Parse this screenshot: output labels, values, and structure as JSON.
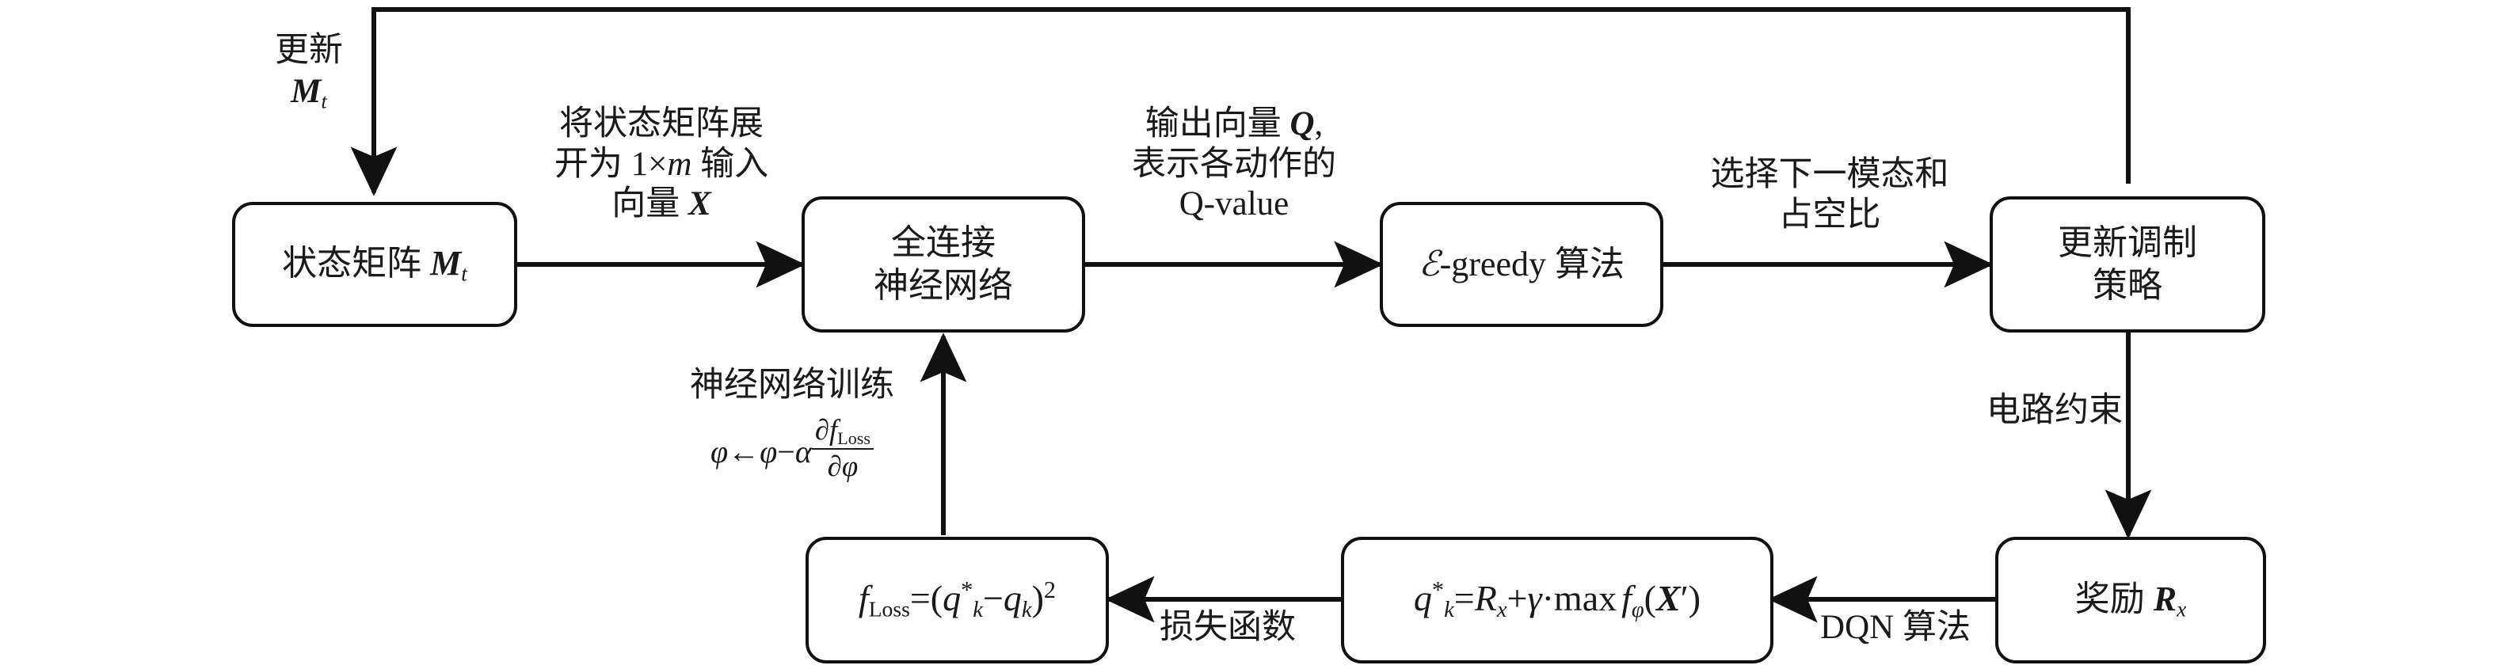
{
  "diagram": {
    "title": "DQN-based modulation strategy update flow",
    "type": "flowchart",
    "stroke_color": "#111111",
    "background_color": "#ffffff"
  },
  "nodes": {
    "state_matrix": {
      "label_cn": "状态矩阵",
      "symbol": "M",
      "symbol_sub": "t"
    },
    "neural_network": {
      "line1": "全连接",
      "line2": "神经网络"
    },
    "egreedy": {
      "symbol": "ℰ",
      "label": "-greedy 算法"
    },
    "update_policy": {
      "line1": "更新调制",
      "line2": "策略"
    },
    "reward": {
      "label_cn": "奖励",
      "symbol": "R",
      "symbol_sub": "x"
    },
    "target_q": {
      "lhs": "q",
      "lhs_sup": "*",
      "lhs_sub": "k",
      "eq": "=",
      "rhs_r": "R",
      "rhs_r_sub": "x",
      "plus": "+",
      "gamma": "γ",
      "dot_max": "·max",
      "f": "f",
      "f_sub": "φ",
      "arg_open": "(",
      "arg": "X",
      "arg_prime": "′",
      "arg_close": ")",
      "full_text": "q*k=Rx+γ·max fφ(X′)"
    },
    "loss": {
      "f": "f",
      "f_sub": "Loss",
      "eq": "=(",
      "q_star": "q",
      "q_star_sup": "*",
      "q_star_sub": "k",
      "minus": "−",
      "q": "q",
      "q_sub": "k",
      "close": ")",
      "power": "2",
      "full_text": "fLoss=(q*k−qk)²"
    }
  },
  "edge_labels": {
    "update_feedback": {
      "line1": "更新",
      "symbol": "M",
      "symbol_sub": "t"
    },
    "flatten": {
      "line1": "将状态矩阵展",
      "line2_pre": "开为 1×",
      "line2_ital": "m",
      "line2_post": " 输入",
      "line3_pre": "向量 ",
      "line3_sym": "X"
    },
    "q_output": {
      "line1_pre": "输出向量 ",
      "line1_sym": "Q",
      "line1_post": ",",
      "line2": "表示各动作的",
      "line3": "Q-value"
    },
    "select_action": {
      "line1": "选择下一模态和",
      "line2": "占空比"
    },
    "circuit_constraint": {
      "text": "电路约束"
    },
    "dqn_algorithm": {
      "text": "DQN 算法"
    },
    "loss_function": {
      "text": "损失函数"
    },
    "nn_training": {
      "line1": "神经网络训练",
      "phi": "φ",
      "arrow": "←",
      "phi2": "φ",
      "minus": "−",
      "alpha": "α",
      "frac_num_partial": "∂",
      "frac_num_f": "f",
      "frac_num_sub": "Loss",
      "frac_den_partial": "∂",
      "frac_den_phi": "φ"
    }
  }
}
